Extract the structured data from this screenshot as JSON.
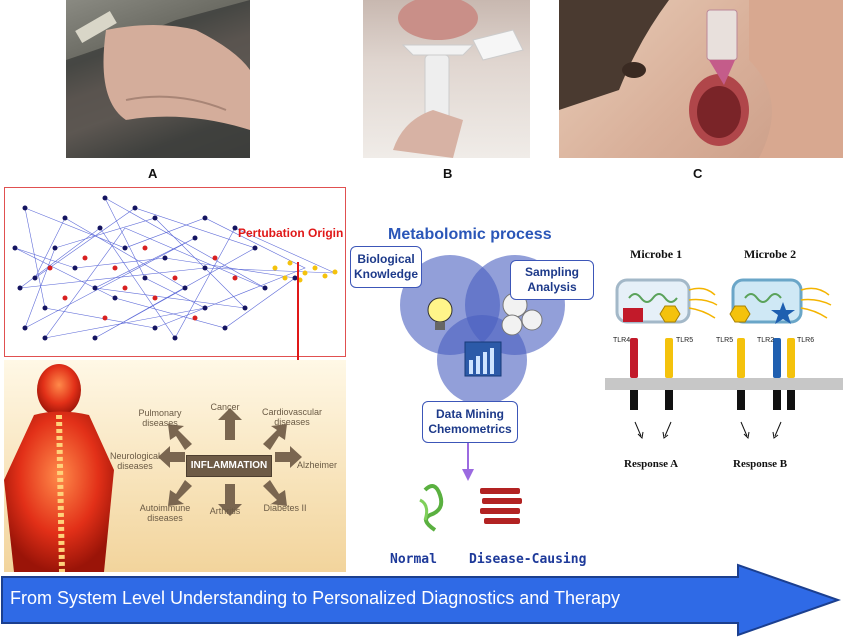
{
  "photos": {
    "label_a": "A",
    "label_b": "B",
    "label_c": "C"
  },
  "network": {
    "origin_label": "Pertubation Origin"
  },
  "inflammation": {
    "center": "INFLAMMATION",
    "diseases": {
      "pulmonary": "Pulmonary diseases",
      "cancer": "Cancer",
      "cardiovascular": "Cardiovascular diseases",
      "neurological": "Neurological diseases",
      "alzheimer": "Alzheimer",
      "autoimmune": "Autoimmune diseases",
      "arthritis": "Arthritis",
      "diabetes": "Diabetes II"
    }
  },
  "metabolomic": {
    "title": "Metabolomic process",
    "biological": "Biological Knowledge",
    "sampling": "Sampling Analysis",
    "datamining": "Data Mining Chemometrics",
    "normal": "Normal",
    "disease_causing": "Disease-Causing"
  },
  "microbes": {
    "microbe1": "Microbe 1",
    "microbe2": "Microbe 2",
    "tlr4": "TLR4",
    "tlr5a": "TLR5",
    "tlr5b": "TLR5",
    "tlr2": "TLR2",
    "tlr6": "TLR6",
    "response_a": "Response A",
    "response_b": "Response B"
  },
  "banner": {
    "text": "From System Level Understanding to Personalized Diagnostics and Therapy"
  },
  "colors": {
    "arrow_blue": "#2f6ae6",
    "meta_circle": "#4a5fc0",
    "network_node": "#1a1a8a",
    "network_red": "#d82020",
    "network_yellow": "#f4c20c"
  }
}
